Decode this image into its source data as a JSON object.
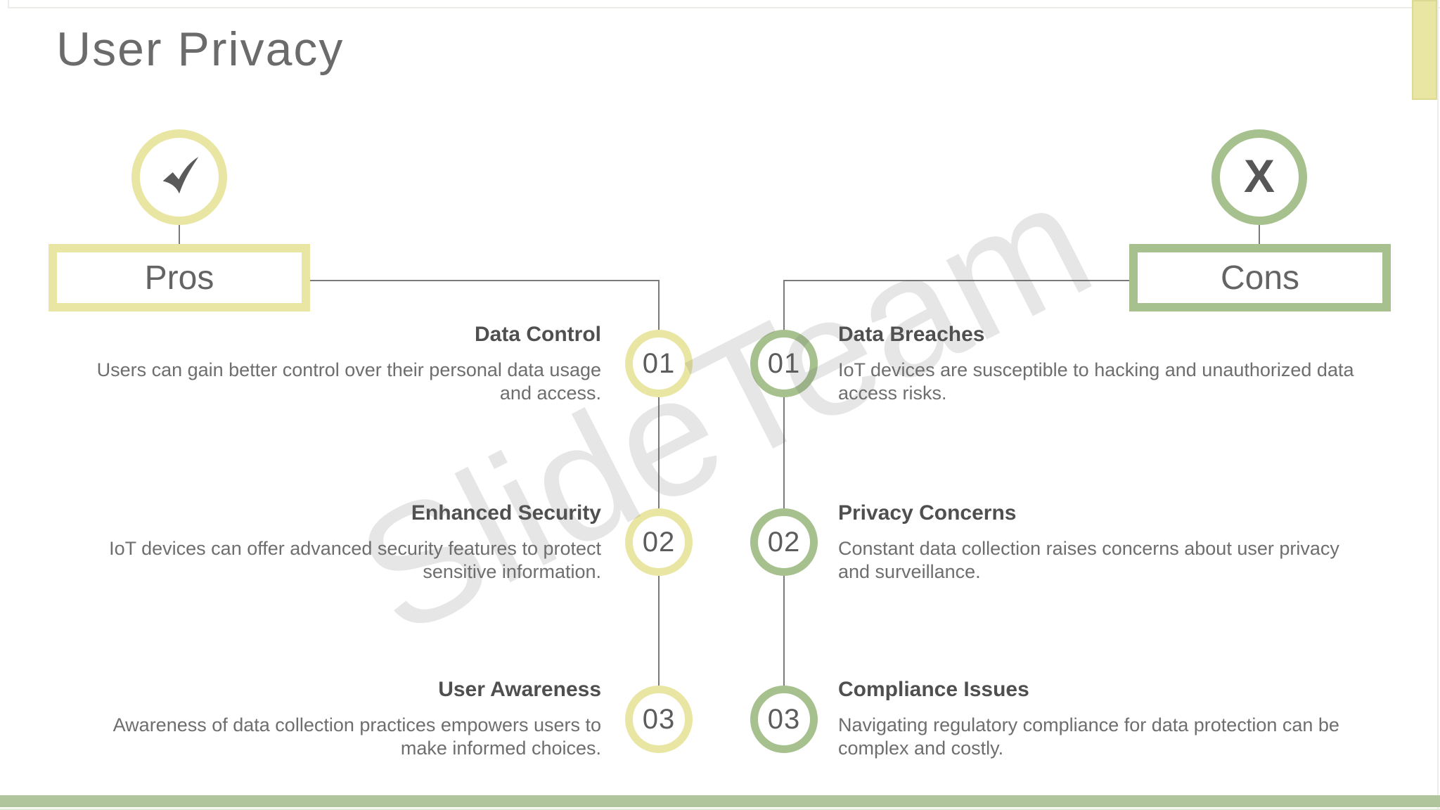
{
  "slide": {
    "title": "User Privacy",
    "watermark": "SlideTeam",
    "colors": {
      "accent-yellow": "#e9e6a4",
      "accent-green": "#a6c08e",
      "bar-green": "#b0c59c",
      "line-gray": "#7a7a7a",
      "heading-gray": "#4f4f4f",
      "body-gray": "#6e6e6e",
      "title-gray": "#6b6b6b",
      "icon-gray": "#575757"
    },
    "pros": {
      "label": "Pros",
      "icon": "check-icon",
      "items": [
        {
          "number": "01",
          "heading": "Data Control",
          "body": "Users can gain better control over their personal data usage\nand access."
        },
        {
          "number": "02",
          "heading": "Enhanced Security",
          "body": "IoT devices can offer advanced security features to protect\nsensitive information."
        },
        {
          "number": "03",
          "heading": "User Awareness",
          "body": "Awareness of data collection practices empowers users to\nmake informed choices."
        }
      ]
    },
    "cons": {
      "label": "Cons",
      "icon": "x-icon",
      "icon_glyph": "X",
      "items": [
        {
          "number": "01",
          "heading": "Data Breaches",
          "body": "IoT devices are susceptible to hacking and unauthorized data\naccess risks."
        },
        {
          "number": "02",
          "heading": "Privacy Concerns",
          "body": "Constant data collection raises concerns about user privacy\nand surveillance."
        },
        {
          "number": "03",
          "heading": "Compliance Issues",
          "body": "Navigating regulatory compliance for data protection can be\ncomplex and costly."
        }
      ]
    }
  }
}
